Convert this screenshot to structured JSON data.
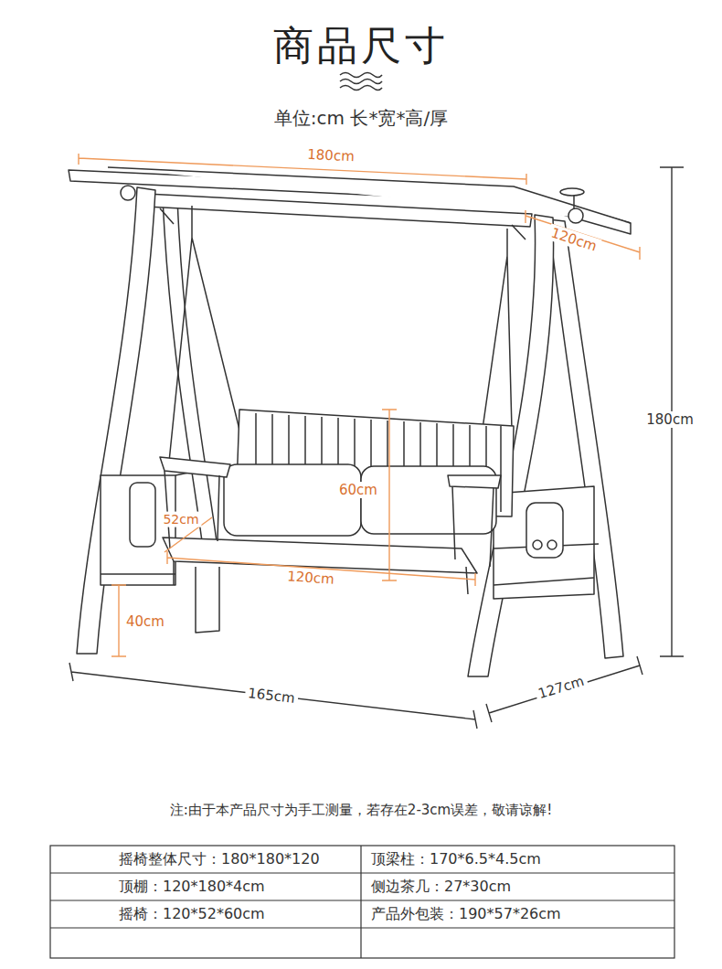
{
  "diagram": {
    "title": "商品尺寸",
    "labels": [
      "单位:cm 长*宽*高/厚",
      "180cm",
      "120cm",
      "180cm",
      "60cm",
      "52cm",
      "120cm",
      "40cm",
      "165cm",
      "127cm",
      "注:由于本产品尺寸为手工测量，若存在2-3cm误差，敬请谅解!",
      "摇椅整体尺寸：180*180*120",
      "顶梁柱：170*6.5*4.5cm",
      "顶棚：120*180*4cm",
      "侧边茶几：27*30cm",
      "摇椅：120*52*60cm",
      "产品外包装：190*57*26cm"
    ]
  }
}
